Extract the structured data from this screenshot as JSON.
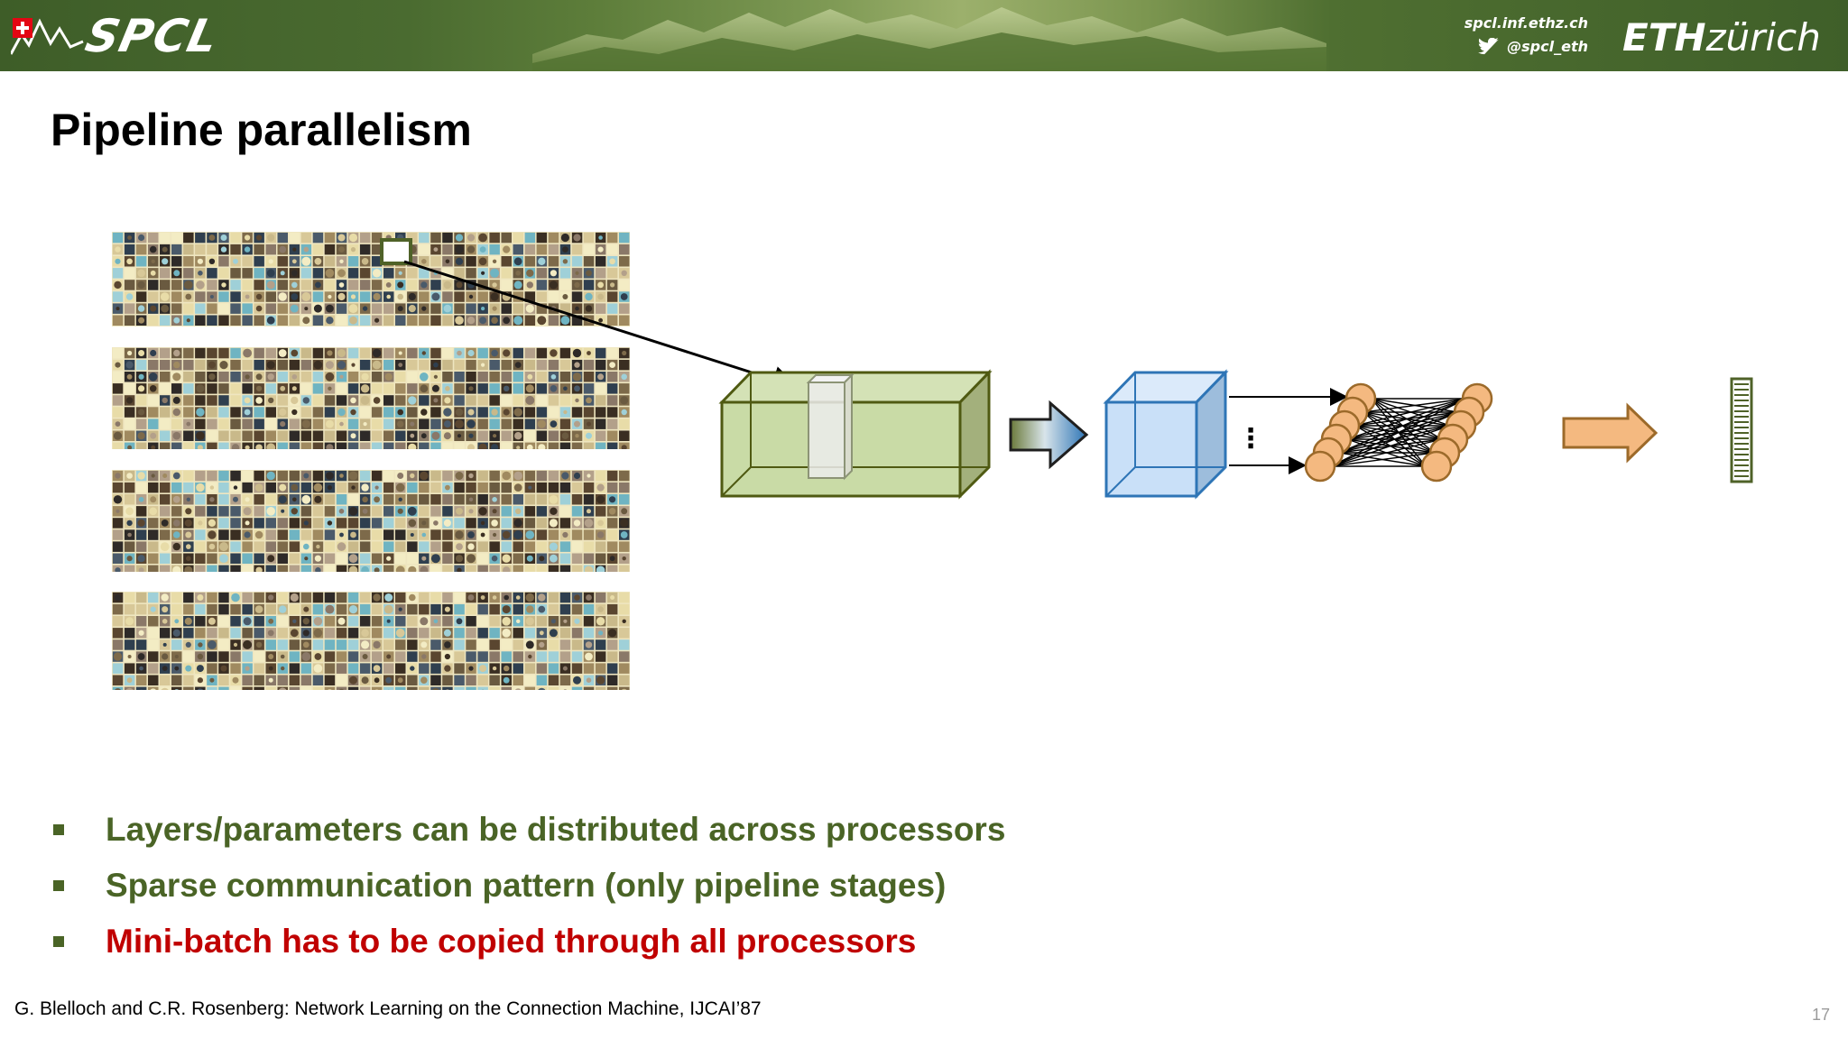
{
  "header": {
    "logo_text": "SPCL",
    "website": "spcl.inf.ethz.ch",
    "twitter_handle": "@spcl_eth",
    "eth_bold": "ETH",
    "eth_light": "zürich",
    "icons": [
      "swiss-flag-icon",
      "mountain-icon",
      "twitter-bird-icon"
    ]
  },
  "slide": {
    "title": "Pipeline parallelism",
    "page_number": "17",
    "citation": "G. Blelloch and C.R. Rosenberg: Network Learning on the Connection Machine, IJCAI’87",
    "bullets": [
      {
        "text": "Layers/parameters can be distributed across processors",
        "color": "#4a6426"
      },
      {
        "text": "Sparse communication pattern (only pipeline stages)",
        "color": "#4a6426"
      },
      {
        "text": "Mini-batch has to be copied through all processors",
        "color": "#c00000"
      }
    ]
  },
  "diagram": {
    "colors": {
      "green_cuboid": "#c9dba6",
      "green_outline": "#4f5a12",
      "blue_cube": "#c9e0f8",
      "blue_outline": "#2e75b6",
      "neuron": "#f4b980",
      "neuron_outline": "#9c6a2a",
      "arrow_orange": "#f4b980",
      "output_vector": "#4f6228"
    },
    "ellipsis": "⋮"
  }
}
